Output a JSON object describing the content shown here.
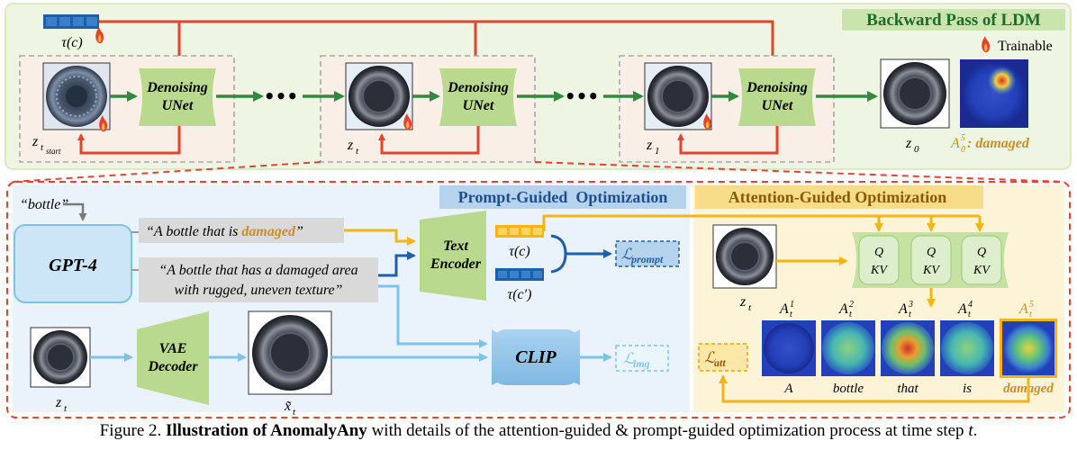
{
  "top_panel": {
    "title": "Backward Pass of LDM",
    "trainable_label": "Trainable",
    "tau_label": "τ(c)",
    "unet_line1": "Denoising",
    "unet_line2": "UNet",
    "ellipsis": "•••",
    "z_labels": [
      "z",
      "z",
      "z",
      "z"
    ],
    "z_tstart_sub": "t",
    "z_tstart_subsub": "start",
    "z_t_sub": "t",
    "z_1_sub": "1",
    "z_0_sub": "0",
    "attn_final_label": "A",
    "attn_final_sup": "5",
    "attn_final_sub": "0",
    "attn_final_word": ": damaged"
  },
  "prompt_panel": {
    "title": "Prompt-Guided  Optimization",
    "bottle_quote": "“bottle”",
    "gpt_label": "GPT-4",
    "prompt1_prefix": "“A bottle that is ",
    "prompt1_highlight": "damaged",
    "prompt1_suffix": "”",
    "prompt2_line1": "“A bottle that has a damaged area",
    "prompt2_line2": "with rugged, uneven texture”",
    "text_encoder_line1": "Text",
    "text_encoder_line2": "Encoder",
    "tau_c": "τ(c)",
    "tau_c_prime": "τ(c′)",
    "loss_prompt": "ℒ",
    "loss_prompt_sub": "prompt",
    "vae_line1": "VAE",
    "vae_line2": "Decoder",
    "clip_label": "CLIP",
    "loss_img": "ℒ",
    "loss_img_sub": "img",
    "zt_label": "z",
    "zt_sub": "t",
    "xt_label": "x̃",
    "xt_sub": "t"
  },
  "attention_panel": {
    "title": "Attention-Guided Optimization",
    "q_label": "Q",
    "kv_label": "KV",
    "zt_label": "z",
    "zt_sub": "t",
    "loss_att": "ℒ",
    "loss_att_sub": "att",
    "attn_maps": [
      {
        "label": "A",
        "sup": "1",
        "sub": "t",
        "word": "A"
      },
      {
        "label": "A",
        "sup": "2",
        "sub": "t",
        "word": "bottle"
      },
      {
        "label": "A",
        "sup": "3",
        "sub": "t",
        "word": "that"
      },
      {
        "label": "A",
        "sup": "4",
        "sub": "t",
        "word": "is"
      },
      {
        "label": "A",
        "sup": "5",
        "sub": "t",
        "word": "damaged"
      }
    ]
  },
  "caption": {
    "prefix": "Figure 2. ",
    "bold": "Illustration of AnomalyAny",
    "middle": " with details of the attention-guided & prompt-guided optimization process at time step ",
    "var": "t",
    "end": "."
  },
  "colors": {
    "red_arrow": "#e0452e",
    "green_arrow": "#2e8b3e",
    "blue_arrow": "#1f5fa8",
    "light_blue_arrow": "#7ec3e6",
    "yellow_arrow": "#f2b515",
    "unet_fill": "#b9d98f",
    "top_bg": "#eef6e3",
    "prompt_bg": "#eaf2fb",
    "attention_bg": "#fdf4d8",
    "damaged_gold": "#c8901c"
  }
}
